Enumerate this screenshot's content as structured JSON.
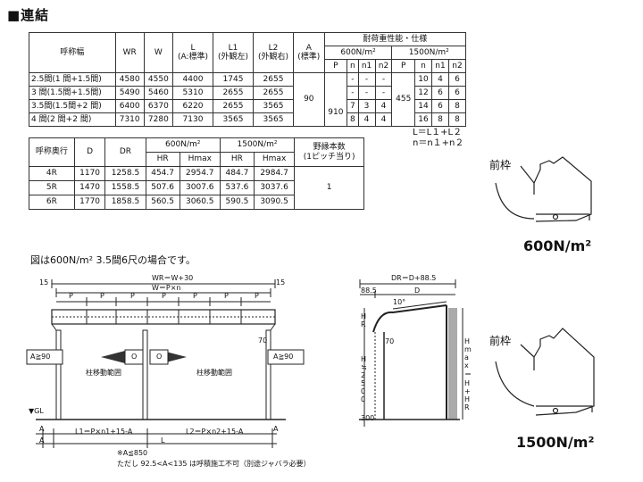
{
  "section_title": "■連結",
  "table1": {
    "h_name": "呼称幅",
    "h_wr": "WR",
    "h_w": "W",
    "h_l": "L",
    "h_l_sub": "(A:標準)",
    "h_l1": "L1",
    "h_l1_sub": "(外観左)",
    "h_l2": "L2",
    "h_l2_sub": "(外観右)",
    "h_a": "A",
    "h_a_sub": "(標準)",
    "h_perf": "耐荷重性能・仕様",
    "h_600": "600N/m²",
    "h_1500": "1500N/m²",
    "h_p": "P",
    "h_n": "n",
    "h_n1": "n1",
    "h_n2": "n2",
    "a_value": "90",
    "p600_value": "910",
    "p1500_value": "455",
    "rows": [
      {
        "name": "2.5間(1 間+1.5間)",
        "wr": "4580",
        "w": "4550",
        "l": "4400",
        "l1": "1745",
        "l2": "2655",
        "n": "-",
        "n1": "-",
        "n2": "-",
        "n15": "10",
        "n115": "4",
        "n215": "6"
      },
      {
        "name": "3 間(1.5間+1.5間)",
        "wr": "5490",
        "w": "5460",
        "l": "5310",
        "l1": "2655",
        "l2": "2655",
        "n": "-",
        "n1": "-",
        "n2": "-",
        "n15": "12",
        "n115": "6",
        "n215": "6"
      },
      {
        "name": "3.5間(1.5間+2 間)",
        "wr": "6400",
        "w": "6370",
        "l": "6220",
        "l1": "2655",
        "l2": "3565",
        "n": "7",
        "n1": "3",
        "n2": "4",
        "n15": "14",
        "n115": "6",
        "n215": "8"
      },
      {
        "name": "4 間(2 間+2 間)",
        "wr": "7310",
        "w": "7280",
        "l": "7130",
        "l1": "3565",
        "l2": "3565",
        "n": "8",
        "n1": "4",
        "n2": "4",
        "n15": "16",
        "n115": "8",
        "n215": "8"
      }
    ]
  },
  "formula_line1": "L＝L１+L２",
  "formula_line2": "n＝n１+n２",
  "table2": {
    "h_depth": "呼称奥行",
    "h_d": "D",
    "h_dr": "DR",
    "h_600": "600N/m²",
    "h_1500": "1500N/m²",
    "h_hr": "HR",
    "h_hmax": "Hmax",
    "h_count": "野縁本数",
    "h_count_sub": "(1ピッチ当り)",
    "count_value": "1",
    "rows": [
      {
        "name": "4R",
        "d": "1170",
        "dr": "1258.5",
        "hr6": "454.7",
        "hmax6": "2954.7",
        "hr15": "484.7",
        "hmax15": "2984.7"
      },
      {
        "name": "5R",
        "d": "1470",
        "dr": "1558.5",
        "hr6": "507.6",
        "hmax6": "3007.6",
        "hr15": "537.6",
        "hmax15": "3037.6"
      },
      {
        "name": "6R",
        "d": "1770",
        "dr": "1858.5",
        "hr6": "560.5",
        "hmax6": "3060.5",
        "hr15": "590.5",
        "hmax15": "3090.5"
      }
    ]
  },
  "drawing_note": "図は600N/m² 3.5間6尺の場合です。",
  "front": {
    "wr_label": "WR＝W+30",
    "w_label": "W＝P×n",
    "p": "P",
    "dim15": "15",
    "dim70": "70",
    "a90": "A≧90",
    "o": "O",
    "range": "柱移動範囲",
    "gl": "▼GL",
    "a": "A",
    "l1_formula": "L1＝P×n1+15-A",
    "l2_formula": "L2＝P×n2+15-A",
    "l": "L",
    "note1": "※A≦850",
    "note2": "ただし 92.5<A<135 は呼積施工不可（別途ジャバラ必要）"
  },
  "side": {
    "dr_label": "DR＝D+88.5",
    "d885": "88.5",
    "d": "D",
    "angle": "10°",
    "hr": "HR",
    "h2500": "H≒2500",
    "hmax": "Hmax＝H+HR",
    "v70": "70",
    "v300": "300"
  },
  "profile_600": {
    "label": "前枠",
    "load": "600N/m²"
  },
  "profile_1500": {
    "label": "前枠",
    "load": "1500N/m²"
  }
}
